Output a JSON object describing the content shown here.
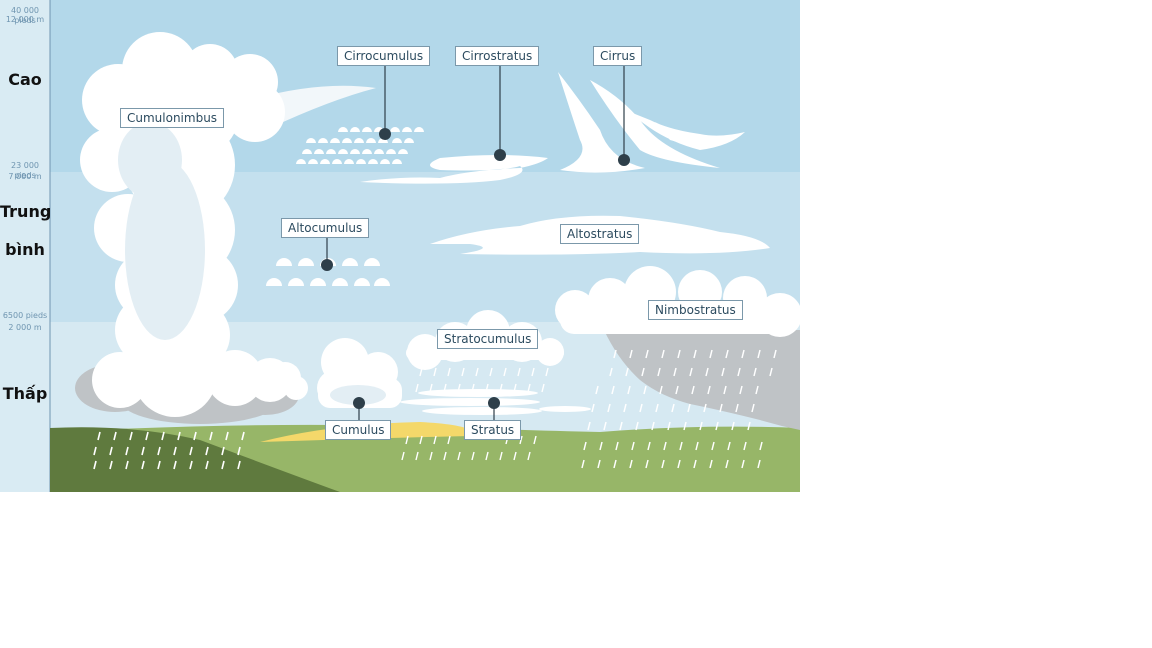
{
  "levels": {
    "high": "Cao",
    "middle_line1": "Trung",
    "middle_line2": "bình",
    "low": "Thấp"
  },
  "altitudes": {
    "a40k_ft": "40 000 pieds",
    "a40k_m": "12 000 m",
    "a23k_ft": "23 000 pieds",
    "a23k_m": "7 000 m",
    "a6500_ft": "6500 pieds",
    "a6500_m": "2 000 m"
  },
  "clouds": {
    "cumulonimbus": "Cumulonimbus",
    "cirrocumulus": "Cirrocumulus",
    "cirrostratus": "Cirrostratus",
    "cirrus": "Cirrus",
    "altocumulus": "Altocumulus",
    "altostratus": "Altostratus",
    "nimbostratus": "Nimbostratus",
    "stratocumulus": "Stratocumulus",
    "cumulus": "Cumulus",
    "stratus": "Stratus"
  },
  "colors": {
    "sky_high": "#b3d8ea",
    "sky_mid": "#c4e0ee",
    "sky_low": "#d6e9f2",
    "axis_panel": "#d9ebf3",
    "grass": "#97b668",
    "dark_grass": "#5f7a3e",
    "sun_strip": "#f4d86a",
    "cloud": "#ffffff",
    "cloud_shade": "#e3eef4",
    "dark_cloud": "#bfc3c6",
    "leader": "#2e3f4a"
  }
}
